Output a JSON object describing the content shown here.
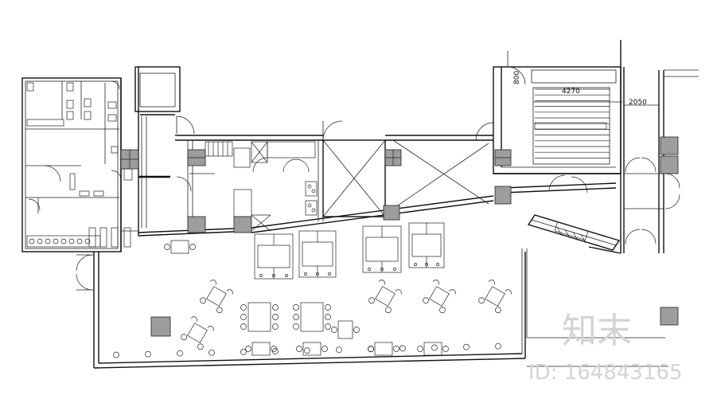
{
  "plan": {
    "dim_stair_run": "4270",
    "dim_corridor": "2050",
    "dim_door": "800"
  },
  "watermark": {
    "brand": "知末",
    "id_text": "ID: 164843165"
  }
}
